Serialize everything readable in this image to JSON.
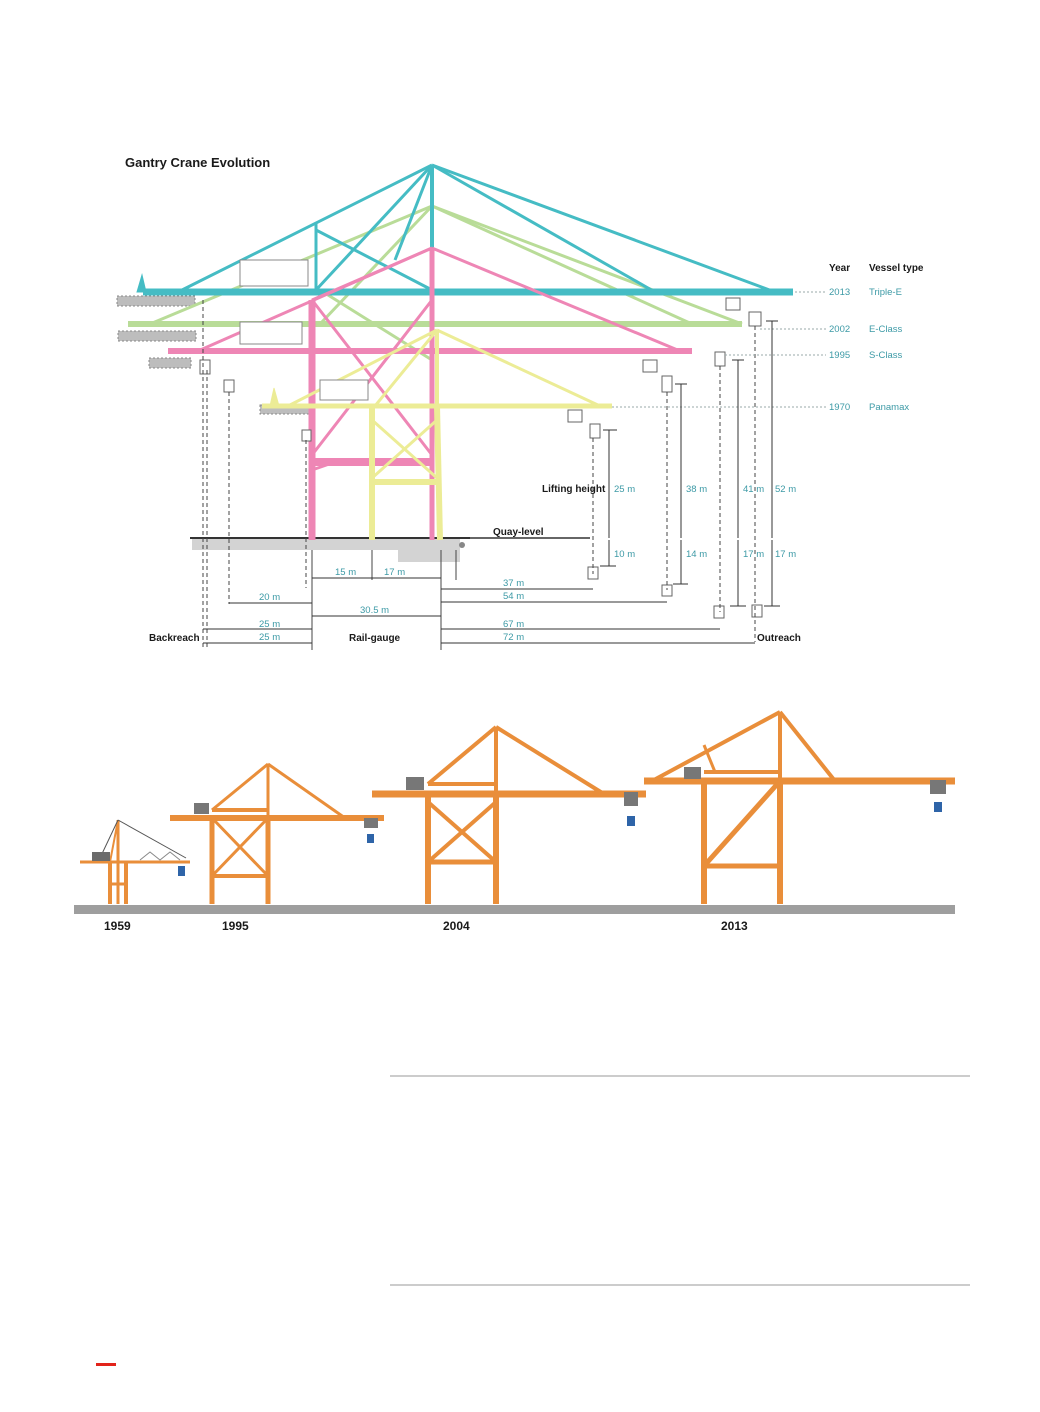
{
  "top_diagram": {
    "title": "Gantry Crane Evolution",
    "legend": {
      "header_year": "Year",
      "header_vessel": "Vessel type",
      "rows": [
        {
          "year": "2013",
          "vessel": "Triple-E",
          "color": "#45bcc4"
        },
        {
          "year": "2002",
          "vessel": "E-Class",
          "color": "#b9dc98"
        },
        {
          "year": "1995",
          "vessel": "S-Class",
          "color": "#ee86b5"
        },
        {
          "year": "1970",
          "vessel": "Panamax",
          "color": "#ecec96"
        }
      ]
    },
    "labels": {
      "lifting_height": "Lifting height",
      "quay_level": "Quay-level",
      "backreach": "Backreach",
      "rail_gauge": "Rail-gauge",
      "outreach": "Outreach"
    },
    "lifting_heights": [
      "25 m",
      "38 m",
      "41 m",
      "52 m"
    ],
    "depths": [
      "10 m",
      "14 m",
      "17 m",
      "17 m"
    ],
    "rail_measures": [
      "15 m",
      "17 m",
      "30.5 m"
    ],
    "backreach_measures": [
      "20 m",
      "25 m",
      "25 m"
    ],
    "outreach_measures": [
      "37 m",
      "54 m",
      "67 m",
      "72 m"
    ]
  },
  "bottom_diagram": {
    "crane_color": "#e98e3a",
    "spreader_color": "#2e64a8",
    "years": [
      "1959",
      "1995",
      "2004",
      "2013"
    ]
  },
  "colors": {
    "accent_mark": "#e2231a",
    "rule": "#9a9a9a"
  }
}
